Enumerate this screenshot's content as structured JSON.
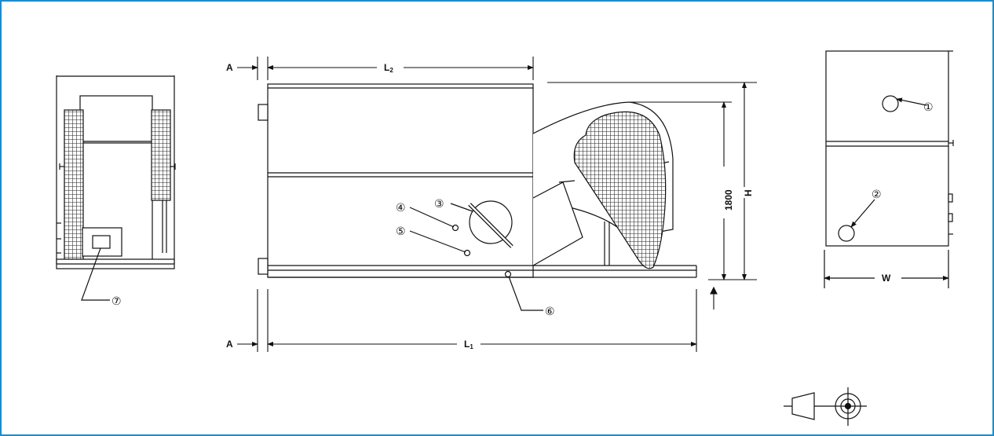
{
  "dimensions": {
    "A_top": "A",
    "A_bottom": "A",
    "L2_main": "L",
    "L2_sub": "2",
    "L1_main": "L",
    "L1_sub": "1",
    "height_value": "1800",
    "height_label": "H",
    "width_label": "W"
  },
  "callouts": {
    "c1": "①",
    "c2": "②",
    "c3": "③",
    "c4": "④",
    "c5": "⑤",
    "c6": "⑥",
    "c7": "⑦"
  },
  "colors": {
    "frame_border": "#1c8ccb",
    "ink": "#111111",
    "mesh": "#222222"
  },
  "icons": [
    "projection-symbol-icon"
  ]
}
